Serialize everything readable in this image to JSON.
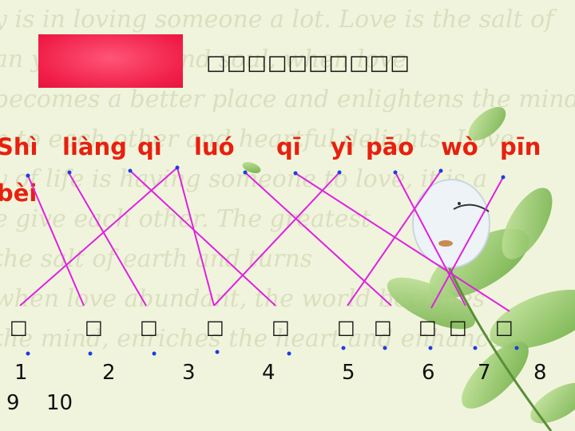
{
  "background_lines": [
    "y is in loving someone a lot. Love is the salt of",
    "an your heart and soul, when love",
    "becomes a better place and enlightens the mind,",
    "n to each other and heartful delights. Love",
    "y of life is having someone to love, it is a",
    "e give each other. The greatest",
    "the salt of earth and turns",
    "when love abundant, the world becomes",
    "the mind, enriches the heart and enhances"
  ],
  "title": "□□□□□□□□□□",
  "pinyin": [
    "Shì",
    "liàng",
    "qì",
    "luó",
    "qī",
    "yì",
    "pāo",
    "wò",
    "pīn",
    "bèi"
  ],
  "characters": [
    "□",
    "□",
    "□",
    "□",
    "□",
    "□",
    "□",
    "□",
    "□",
    "□"
  ],
  "numbers": [
    "1",
    "2",
    "3",
    "4",
    "5",
    "6",
    "7",
    "8",
    "9",
    "10"
  ],
  "colors": {
    "line": "#e020e0",
    "dot": "#1a3ee0",
    "pinyin": "#e8200e",
    "banner": "#f01e48"
  }
}
